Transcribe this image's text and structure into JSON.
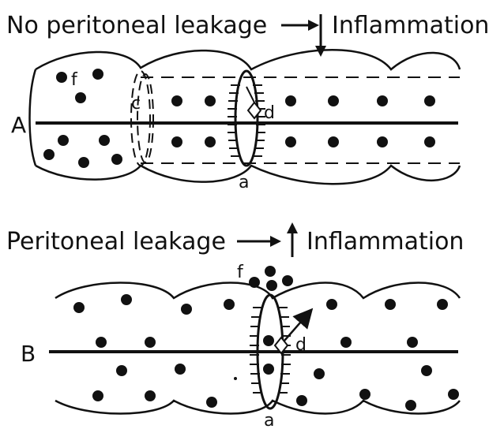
{
  "panel_a": {
    "title_left": "No peritoneal leakage",
    "title_right": "Inflammation",
    "row_label": "A",
    "label_f": "f",
    "label_c": "c",
    "label_d": "d",
    "label_a": "a"
  },
  "panel_b": {
    "title_left": "Peritoneal leakage",
    "title_right": "Inflammation",
    "row_label": "B",
    "label_f": "f",
    "label_d": "d",
    "label_a": "a"
  },
  "colors": {
    "ink": "#111111",
    "background": "#ffffff"
  }
}
